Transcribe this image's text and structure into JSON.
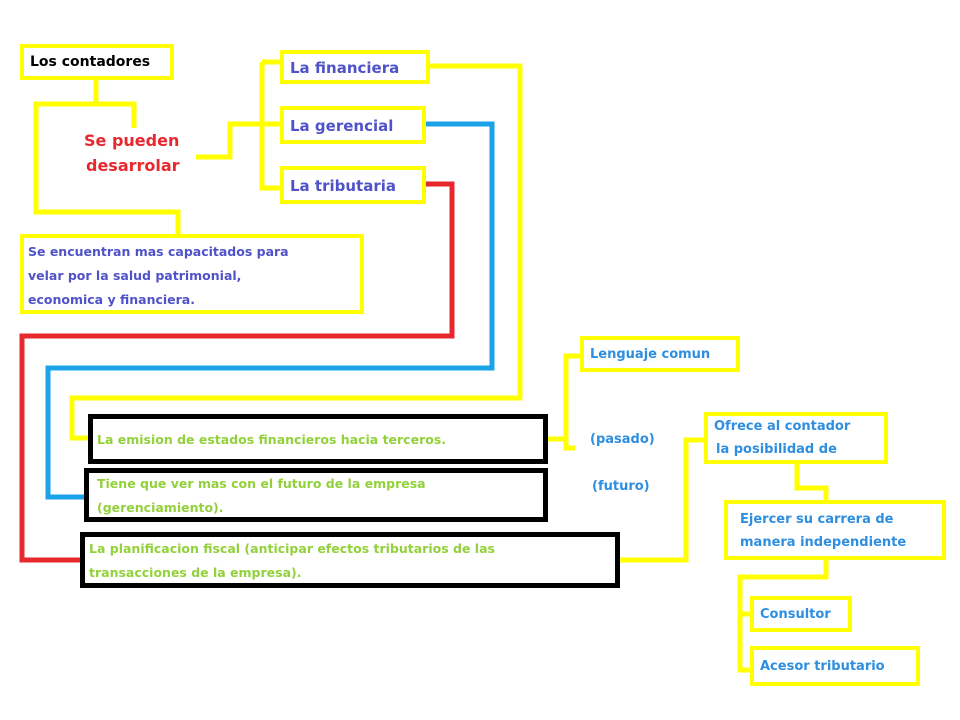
{
  "colors": {
    "yellow": "#ffff00",
    "blue": "#1aa3e8",
    "red": "#e8282f",
    "black": "#000000",
    "purple_text": "#4f52c8",
    "green_text": "#92d13a",
    "blue_text": "#2e8ee0"
  },
  "nodes": {
    "contadores": "Los contadores",
    "se_pueden": "Se pueden",
    "desarrolar": "desarrolar",
    "financiera": "La financiera",
    "gerencial": "La gerencial",
    "tributaria": "La tributaria",
    "capacitados_1": "Se encuentran mas capacitados para",
    "capacitados_2": "velar por la salud patrimonial,",
    "capacitados_3": "economica y financiera.",
    "emision": "La emision de estados financieros hacia terceros.",
    "futuro_1": "Tiene que ver mas con el futuro de la empresa",
    "futuro_2": "(gerenciamiento).",
    "planificacion_1": "La planificacion  fiscal (anticipar efectos tributarios de las",
    "planificacion_2": "transacciones de la empresa).",
    "lenguaje": "Lenguaje comun",
    "pasado": "(pasado)",
    "futuro": "(futuro)",
    "ofrece_1": "Ofrece al contador",
    "ofrece_2": "la posibilidad de",
    "ejercer_1": "Ejercer  su carrera  de",
    "ejercer_2": "manera independiente",
    "consultor": "Consultor",
    "acesor": "Acesor tributario"
  }
}
